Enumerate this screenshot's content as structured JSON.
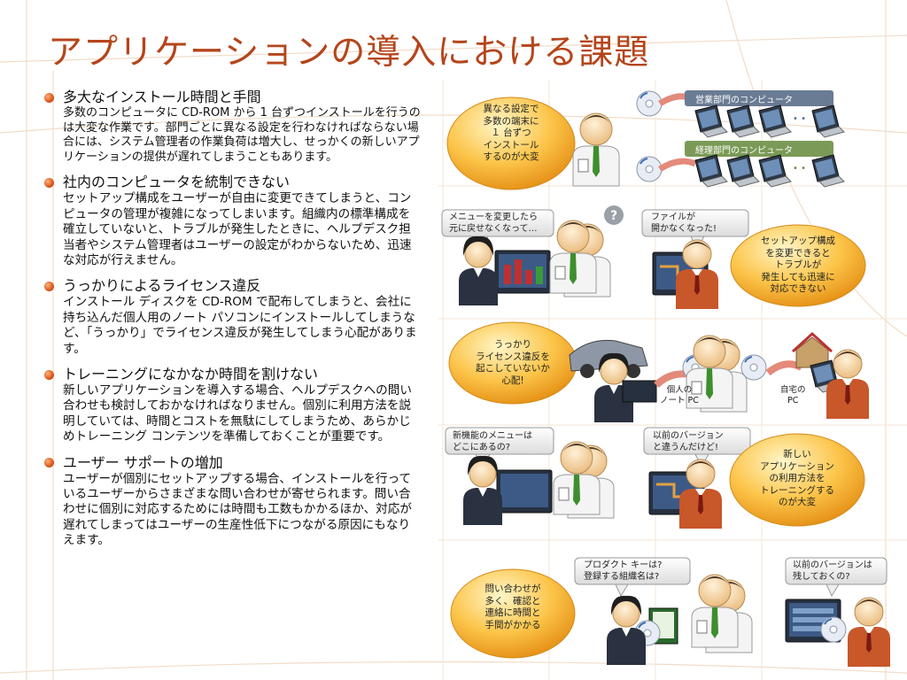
{
  "slide": {
    "title": "アプリケーションの導入における課題",
    "sections": [
      {
        "heading": "多大なインストール時間と手間",
        "body": "多数のコンピュータに CD-ROM から 1 台ずつインストールを行うのは大変な作業です。部門ごとに異なる設定を行わなければならない場合には、システム管理者の作業負荷は増大し、せっかくの新しいアプリケーションの提供が遅れてしまうこともあります。"
      },
      {
        "heading": "社内のコンピュータを統制できない",
        "body": "セットアップ構成をユーザーが自由に変更できてしまうと、コンピュータの管理が複雑になってしまいます。組織内の標準構成を確立していないと、トラブルが発生したときに、ヘルプデスク担当者やシステム管理者はユーザーの設定がわからないため、迅速な対応が行えません。"
      },
      {
        "heading": "うっかりによるライセンス違反",
        "body": "インストール ディスクを CD-ROM で配布してしまうと、会社に持ち込んだ個人用のノート パソコンにインストールしてしまうなど、「うっかり」でライセンス違反が発生してしまう心配があります。"
      },
      {
        "heading": "トレーニングになかなか時間を割けない",
        "body": "新しいアプリケーションを導入する場合、ヘルプデスクへの問い合わせも検討しておかなければなりません。個別に利用方法を説明していては、時間とコストを無駄にしてしまうため、あらかじめトレーニング コンテンツを準備しておくことが重要です。"
      },
      {
        "heading": "ユーザー サポートの増加",
        "body": "ユーザーが個別にセットアップする場合、インストールを行っているユーザーからさまざまな問い合わせが寄せられます。問い合わせに個別に対応するためには時間も工数もかかるほか、対応が遅れてしまってはユーザーの生産性低下につながる原因にもなりえます。"
      }
    ]
  },
  "illustration": {
    "ovals": [
      "異なる設定で\n多数の端末に\n１ 台ずつ\nインストール\nするのが大変",
      "セットアップ構成\nを変更できると\nトラブルが\n発生しても迅速に\n対応できない",
      "うっかり\nライセンス違反を\n起こしていないか\n心配!",
      "新しい\nアプリケーション\nの利用方法を\nトレーニングする\nのが大変",
      "問い合わせが\n多く、確認と\n連絡に時間と\n手間がかかる"
    ],
    "speech": [
      "メニューを変更したら\n元に戻せなくなって…",
      "ファイルが\n開かなくなった!",
      "新機能のメニューは\nどこにあるの?",
      "以前のバージョン\nと違うんだけど!",
      "プロダクト キーは?\n登録する組織名は?",
      "以前のバージョンは\n残しておくの?"
    ],
    "groups": {
      "sales": "営業部門のコンピュータ",
      "accounting": "経理部門のコンピュータ"
    },
    "labels": {
      "personal_laptop": "個人の\nノート PC",
      "home_pc": "自宅の\nPC"
    },
    "question_mark": "?",
    "ellipsis": "• •",
    "colors": {
      "title": "#b5451b",
      "bullet": "#d9571d",
      "oval": "#f4a623"
    }
  }
}
